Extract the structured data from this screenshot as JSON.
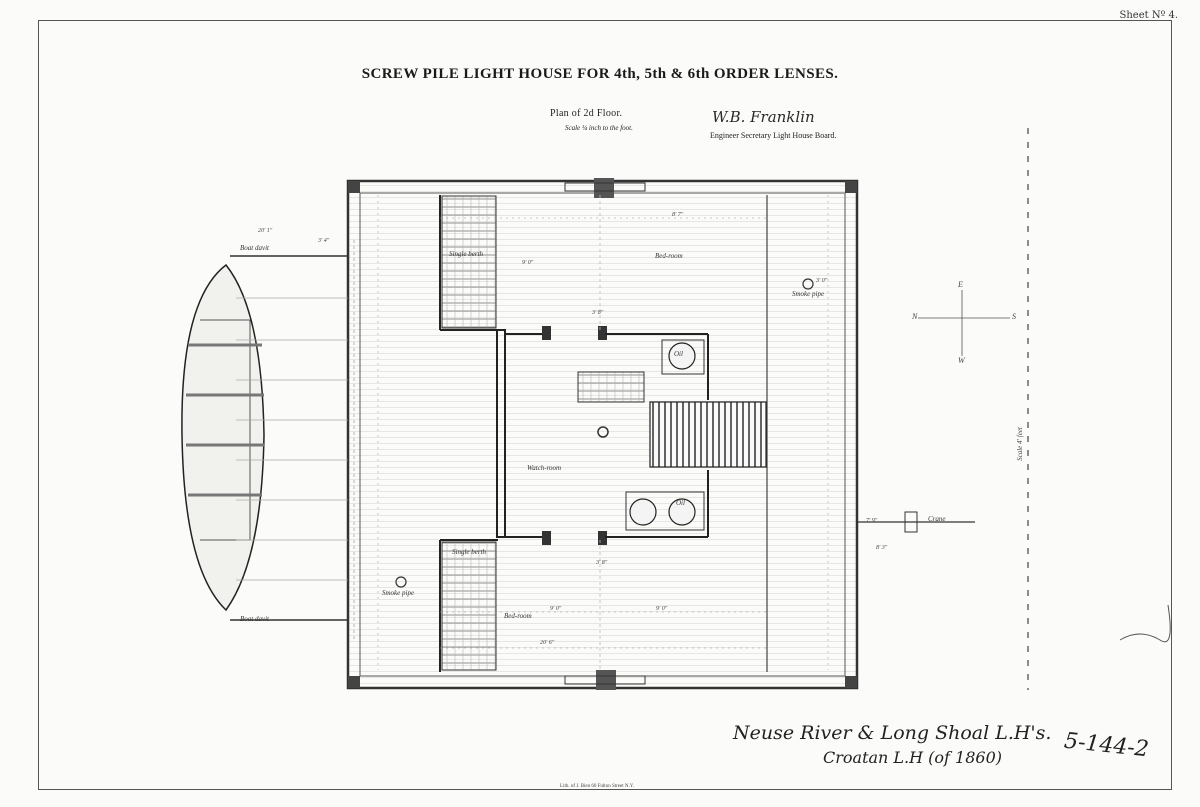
{
  "sheet_number": "Sheet Nº 4.",
  "title": "SCREW PILE LIGHT HOUSE FOR 4th, 5th & 6th ORDER LENSES.",
  "plan": {
    "title": "Plan of 2d Floor.",
    "scale": "Scale ¼ inch to the foot."
  },
  "signature": {
    "name": "W.B. Franklin",
    "title": "Engineer Secretary Light House Board."
  },
  "rooms": {
    "bed_room_top": "Bed-room",
    "bed_room_bottom": "Bed-room",
    "single_berth_top": "Single berth",
    "single_berth_bottom": "Single berth",
    "watch_room": "Watch-room",
    "smoke_pipe_right": "Smoke pipe",
    "smoke_pipe_left": "Smoke pipe",
    "boat_davit_top": "Boat davit",
    "boat_davit_bottom": "Boat davit",
    "crane": "Crane",
    "oil_1": "Oil",
    "oil_2": "Oil"
  },
  "dimensions": {
    "d_top_left": "20' 1\"",
    "d_top_right": "3' 4\"",
    "d_bed_top": "8' 7\"",
    "d_berth_top": "9' 0\"",
    "d_center": "3' 8\"",
    "d_right_side": "3' 0\"",
    "d_crane": "7' 9\"",
    "d_crane_2": "8' 3\"",
    "d_bottom_1": "9' 0\"",
    "d_bottom_2": "9' 0\"",
    "d_bottom_total": "20' 6\"",
    "d_center_bottom": "3' 8\""
  },
  "compass": {
    "n": "N",
    "s": "S",
    "e": "E",
    "w": "W"
  },
  "scale_bar_label": "Scale 4' feet",
  "handwritten": {
    "line1": "Neuse River & Long Shoal L.H's.",
    "line2": "Croatan L.H (of 1860)",
    "code": "5-144-2"
  },
  "lithographer": "Lith. of J. Bien 60 Fulton Street N.Y."
}
